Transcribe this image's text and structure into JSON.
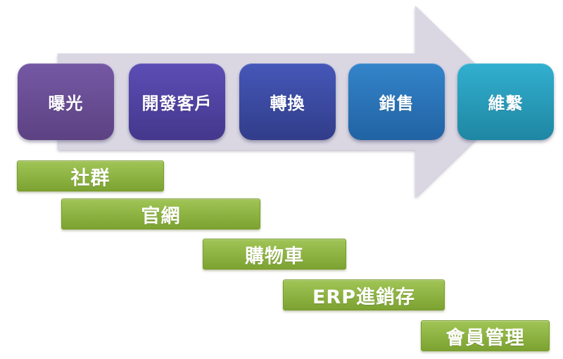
{
  "diagram": {
    "arrow": {
      "shape": "right-arrow",
      "color": "#DAD7E3"
    },
    "stages": [
      {
        "label": "曝光",
        "colors": {
          "top": "#7558A4",
          "bottom": "#5C4283"
        }
      },
      {
        "label": "開發客戶",
        "colors": {
          "top": "#5C4DB5",
          "bottom": "#44378C"
        }
      },
      {
        "label": "轉換",
        "colors": {
          "top": "#4557B8",
          "bottom": "#313D8A"
        }
      },
      {
        "label": "銷售",
        "colors": {
          "top": "#3484CA",
          "bottom": "#2163A3"
        }
      },
      {
        "label": "維繫",
        "colors": {
          "top": "#32AFCF",
          "bottom": "#1E87A3"
        }
      }
    ],
    "bars": [
      {
        "label": "社群",
        "colors": {
          "top": "#A0C556",
          "bottom": "#7CA231"
        }
      },
      {
        "label": "官網",
        "colors": {
          "top": "#A0C556",
          "bottom": "#7CA231"
        }
      },
      {
        "label": "購物車",
        "colors": {
          "top": "#A0C556",
          "bottom": "#7CA231"
        }
      },
      {
        "label": "ERP進銷存",
        "colors": {
          "top": "#A0C556",
          "bottom": "#7CA231"
        }
      },
      {
        "label": "會員管理",
        "colors": {
          "top": "#A0C556",
          "bottom": "#7CA231"
        }
      }
    ],
    "text_color": "#FFFFFF",
    "background": "#FFFFFF"
  }
}
